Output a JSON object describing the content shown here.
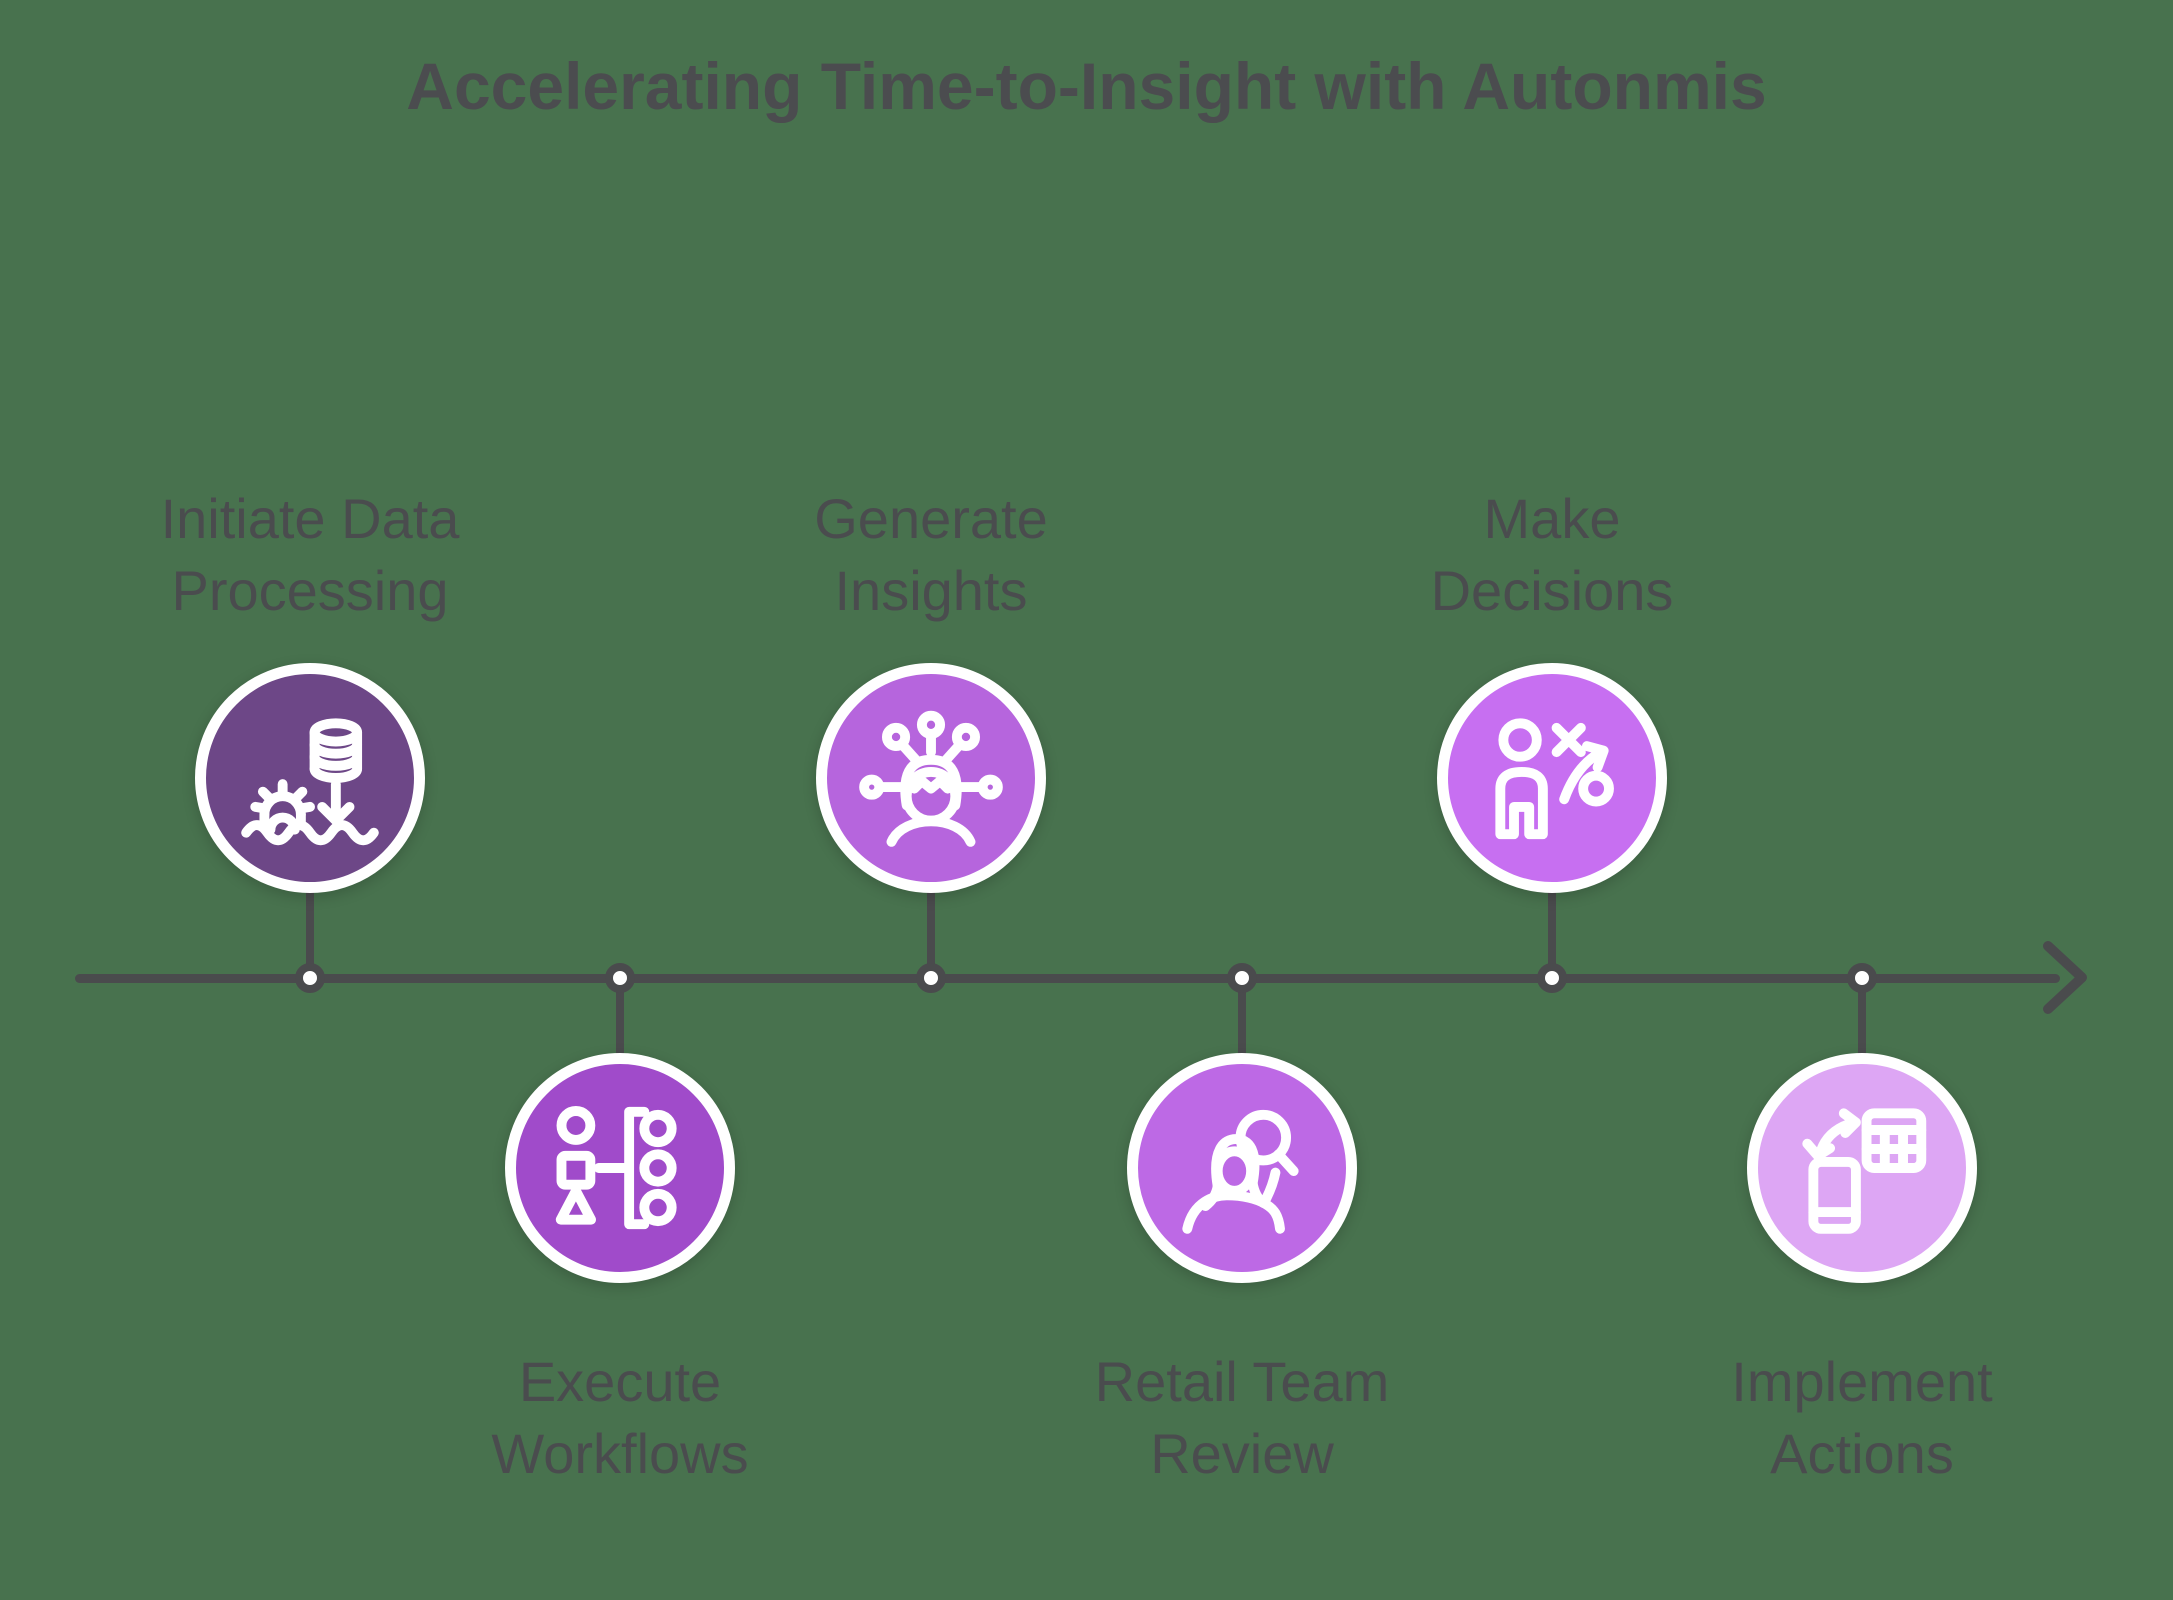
{
  "title": "Accelerating Time-to-Insight with Autonmis",
  "colors": {
    "background": "#48724e",
    "timeline_line": "#4a4b4d",
    "text": "#4a4c4e",
    "circle_border": "#ffffff",
    "icon_stroke": "#ffffff"
  },
  "timeline": {
    "direction": "left-to-right",
    "arrowhead": "right-chevron",
    "node_count": 6
  },
  "steps": [
    {
      "label": "Initiate Data\nProcessing",
      "position": "top",
      "icon": "data-processing-icon",
      "color": "#6d4787"
    },
    {
      "label": "Execute\nWorkflows",
      "position": "bottom",
      "icon": "workflow-icon",
      "color": "#a04bca"
    },
    {
      "label": "Generate\nInsights",
      "position": "top",
      "icon": "insights-person-icon",
      "color": "#b665dd"
    },
    {
      "label": "Retail Team\nReview",
      "position": "bottom",
      "icon": "person-magnifier-icon",
      "color": "#bd69e5"
    },
    {
      "label": "Make\nDecisions",
      "position": "top",
      "icon": "strategy-icon",
      "color": "#c76ff1"
    },
    {
      "label": "Implement\nActions",
      "position": "bottom",
      "icon": "device-sync-icon",
      "color": "#dda6f4"
    }
  ]
}
